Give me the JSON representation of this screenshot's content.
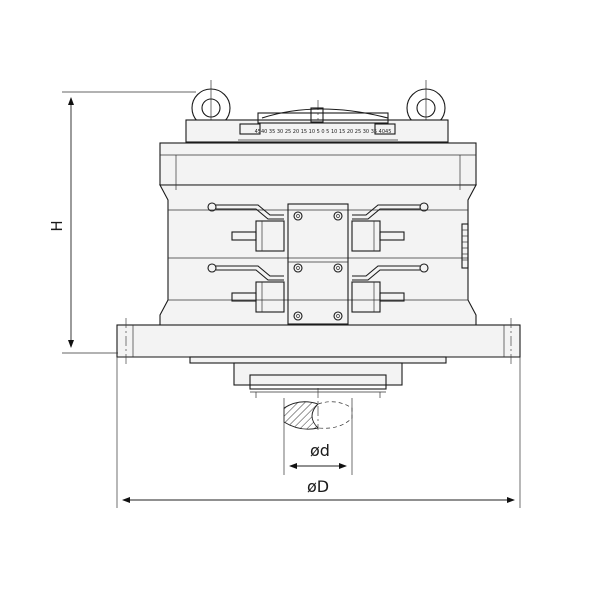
{
  "dimensions": {
    "height_label": "H",
    "shaft_diameter_label": "ød",
    "outer_diameter_label": "øD"
  },
  "scale": {
    "text": "4540 35 30 25 20 15 10 5 0 5 10 15 20 25 30 35 4045"
  }
}
